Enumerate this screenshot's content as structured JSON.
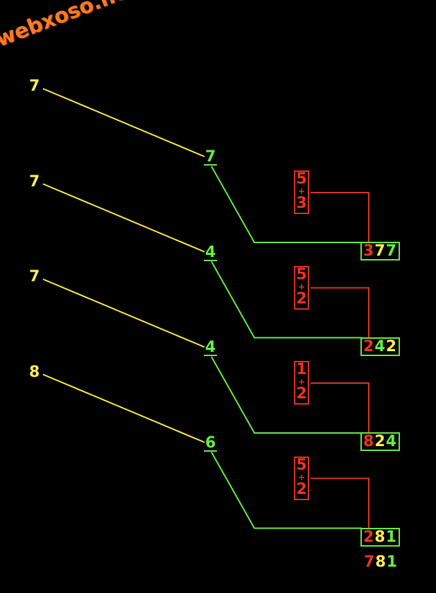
{
  "watermark": "webxoso.net",
  "colors": {
    "red": "#ee3322",
    "yellow": "#ffee55",
    "green": "#66ee44"
  },
  "rows": [
    {
      "left": "7",
      "mid": "7",
      "sum_a": "5",
      "sum_op": "+",
      "sum_b": "3",
      "result": [
        {
          "d": "3",
          "c": "red"
        },
        {
          "d": "7",
          "c": "yellow"
        },
        {
          "d": "7",
          "c": "green"
        }
      ]
    },
    {
      "left": "7",
      "mid": "4",
      "sum_a": "5",
      "sum_op": "+",
      "sum_b": "2",
      "result": [
        {
          "d": "2",
          "c": "red"
        },
        {
          "d": "4",
          "c": "green"
        },
        {
          "d": "2",
          "c": "yellow"
        }
      ]
    },
    {
      "left": "7",
      "mid": "4",
      "sum_a": "1",
      "sum_op": "+",
      "sum_b": "2",
      "result": [
        {
          "d": "8",
          "c": "red"
        },
        {
          "d": "2",
          "c": "yellow"
        },
        {
          "d": "4",
          "c": "green"
        }
      ]
    },
    {
      "left": "8",
      "mid": "6",
      "sum_a": "5",
      "sum_op": "+",
      "sum_b": "2",
      "result": [
        {
          "d": "2",
          "c": "red"
        },
        {
          "d": "8",
          "c": "yellow"
        },
        {
          "d": "1",
          "c": "green"
        }
      ]
    }
  ],
  "final": [
    {
      "d": "7",
      "c": "red"
    },
    {
      "d": "8",
      "c": "yellow"
    },
    {
      "d": "1",
      "c": "green"
    }
  ]
}
